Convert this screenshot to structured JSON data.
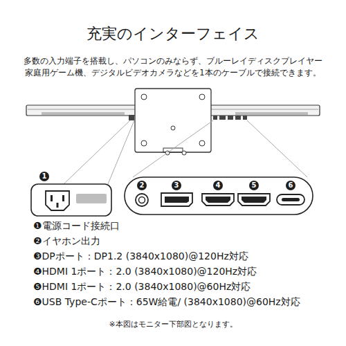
{
  "diagram": {
    "title": "充実のインターフェイス",
    "nodes": [
      {
        "text": [
          "1"
        ]
      },
      {
        "text": [
          "2"
        ]
      },
      {
        "text": [
          "3"
        ]
      },
      {
        "text": [
          "4"
        ]
      },
      {
        "text": [
          "5"
        ]
      },
      {
        "text": [
          "6"
        ]
      }
    ],
    "labels": [
      "多数の入力端子を搭載し、パソコンのみならず、ブルーレイディスクプレイヤー",
      "家庭用ゲーム機、デジタルビデオカメラなどを1本のケーブルで接続できます。",
      "❶電源コード接続口",
      "❷イヤホン出力",
      "❸DPポート：DP1.2 (3840x1080)@120Hz対応",
      "❹HDMI 1ポート：2.0 (3840x1080)@120Hz対応",
      "❺HDMI 1ポート：2.0 (3840x1080)@60Hz対応",
      "❻USB Type-Cポート：65W給電/ (3840x1080)@60Hz対応",
      "※本図はモニター下部図となります。"
    ]
  }
}
